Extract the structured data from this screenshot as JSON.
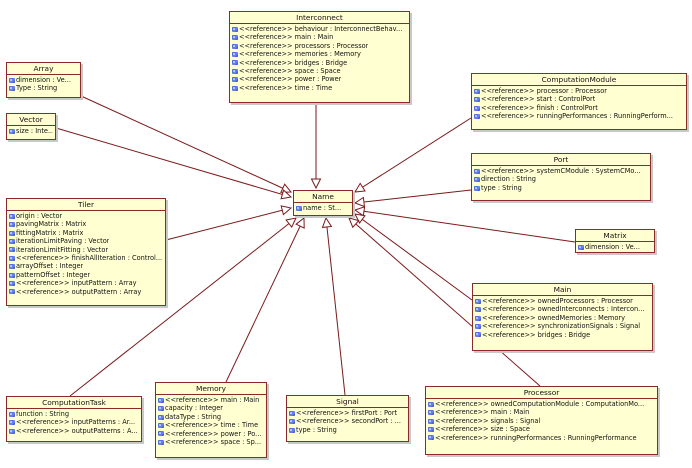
{
  "classes": [
    {
      "id": "interconnect",
      "name": "Interconnect",
      "attrs": [
        "<<reference>> behaviour : InterconnectBehav...",
        "<<reference>> main : Main",
        "<<reference>> processors : Processor",
        "<<reference>> memories : Memory",
        "<<reference>> bridges : Bridge",
        "<<reference>> space : Space",
        "<<reference>> power : Power",
        "<<reference>> time : Time"
      ]
    },
    {
      "id": "array",
      "name": "Array",
      "attrs": [
        "dimension : Ve...",
        "Type : String"
      ]
    },
    {
      "id": "vector",
      "name": "Vector",
      "attrs": [
        "size : Inte..."
      ]
    },
    {
      "id": "computationmodule",
      "name": "ComputationModule",
      "attrs": [
        "<<reference>> processor : Processor",
        "<<reference>> start : ControlPort",
        "<<reference>> finish : ControlPort",
        "<<reference>> runningPerformances : RunningPerform..."
      ]
    },
    {
      "id": "port",
      "name": "Port",
      "attrs": [
        "<<reference>> systemCModule : SystemCMo...",
        "direction : String",
        "type : String"
      ]
    },
    {
      "id": "name",
      "name": "Name",
      "attrs": [
        "name : St..."
      ]
    },
    {
      "id": "tiler",
      "name": "Tiler",
      "attrs": [
        "origin : Vector",
        "pavingMatrix : Matrix",
        "fittingMatrix : Matrix",
        "iterationLimitPaving : Vector",
        "iterationLimitFitting : Vector",
        "<<reference>> finishAllIteration : Control...",
        "arrayOffset : Integer",
        "patternOffset : Integer",
        "<<reference>> inputPattern : Array",
        "<<reference>> outputPattern : Array"
      ]
    },
    {
      "id": "matrix",
      "name": "Matrix",
      "attrs": [
        "dimension : Ve..."
      ]
    },
    {
      "id": "main",
      "name": "Main",
      "attrs": [
        "<<reference>> ownedProcessors : Processor",
        "<<reference>> ownedInterconnects : Intercon...",
        "<<reference>> ownedMemories : Memory",
        "<<reference>> synchronizationSignals : Signal",
        "<<reference>> bridges : Bridge"
      ]
    },
    {
      "id": "computationtask",
      "name": "ComputationTask",
      "attrs": [
        "function : String",
        "<<reference>> inputPatterns : Ar...",
        "<<reference>> outputPatterns : A..."
      ]
    },
    {
      "id": "memory",
      "name": "Memory",
      "attrs": [
        "<<reference>> main : Main",
        "capacity : Integer",
        "dataType : String",
        "<<reference>> time : Time",
        "<<reference>> power : Po...",
        "<<reference>> space : Sp..."
      ]
    },
    {
      "id": "signal",
      "name": "Signal",
      "attrs": [
        "<<reference>> firstPort : Port",
        "<<reference>> secondPort : ...",
        "type : String"
      ]
    },
    {
      "id": "processor",
      "name": "Processor",
      "attrs": [
        "<<reference>> ownedComputationModule : ComputationMo...",
        "<<reference>> main : Main",
        "<<reference>> signals : Signal",
        "<<reference>> size : Space",
        "<<reference>> runningPerformances : RunningPerformance"
      ]
    }
  ],
  "generalization_target": "name",
  "colors": {
    "fill": "#ffffd2",
    "border": "#8a2a2a",
    "line": "#7a1a1a",
    "icon": "#3b5bd6"
  },
  "icons": {
    "attribute": "attribute-icon"
  }
}
